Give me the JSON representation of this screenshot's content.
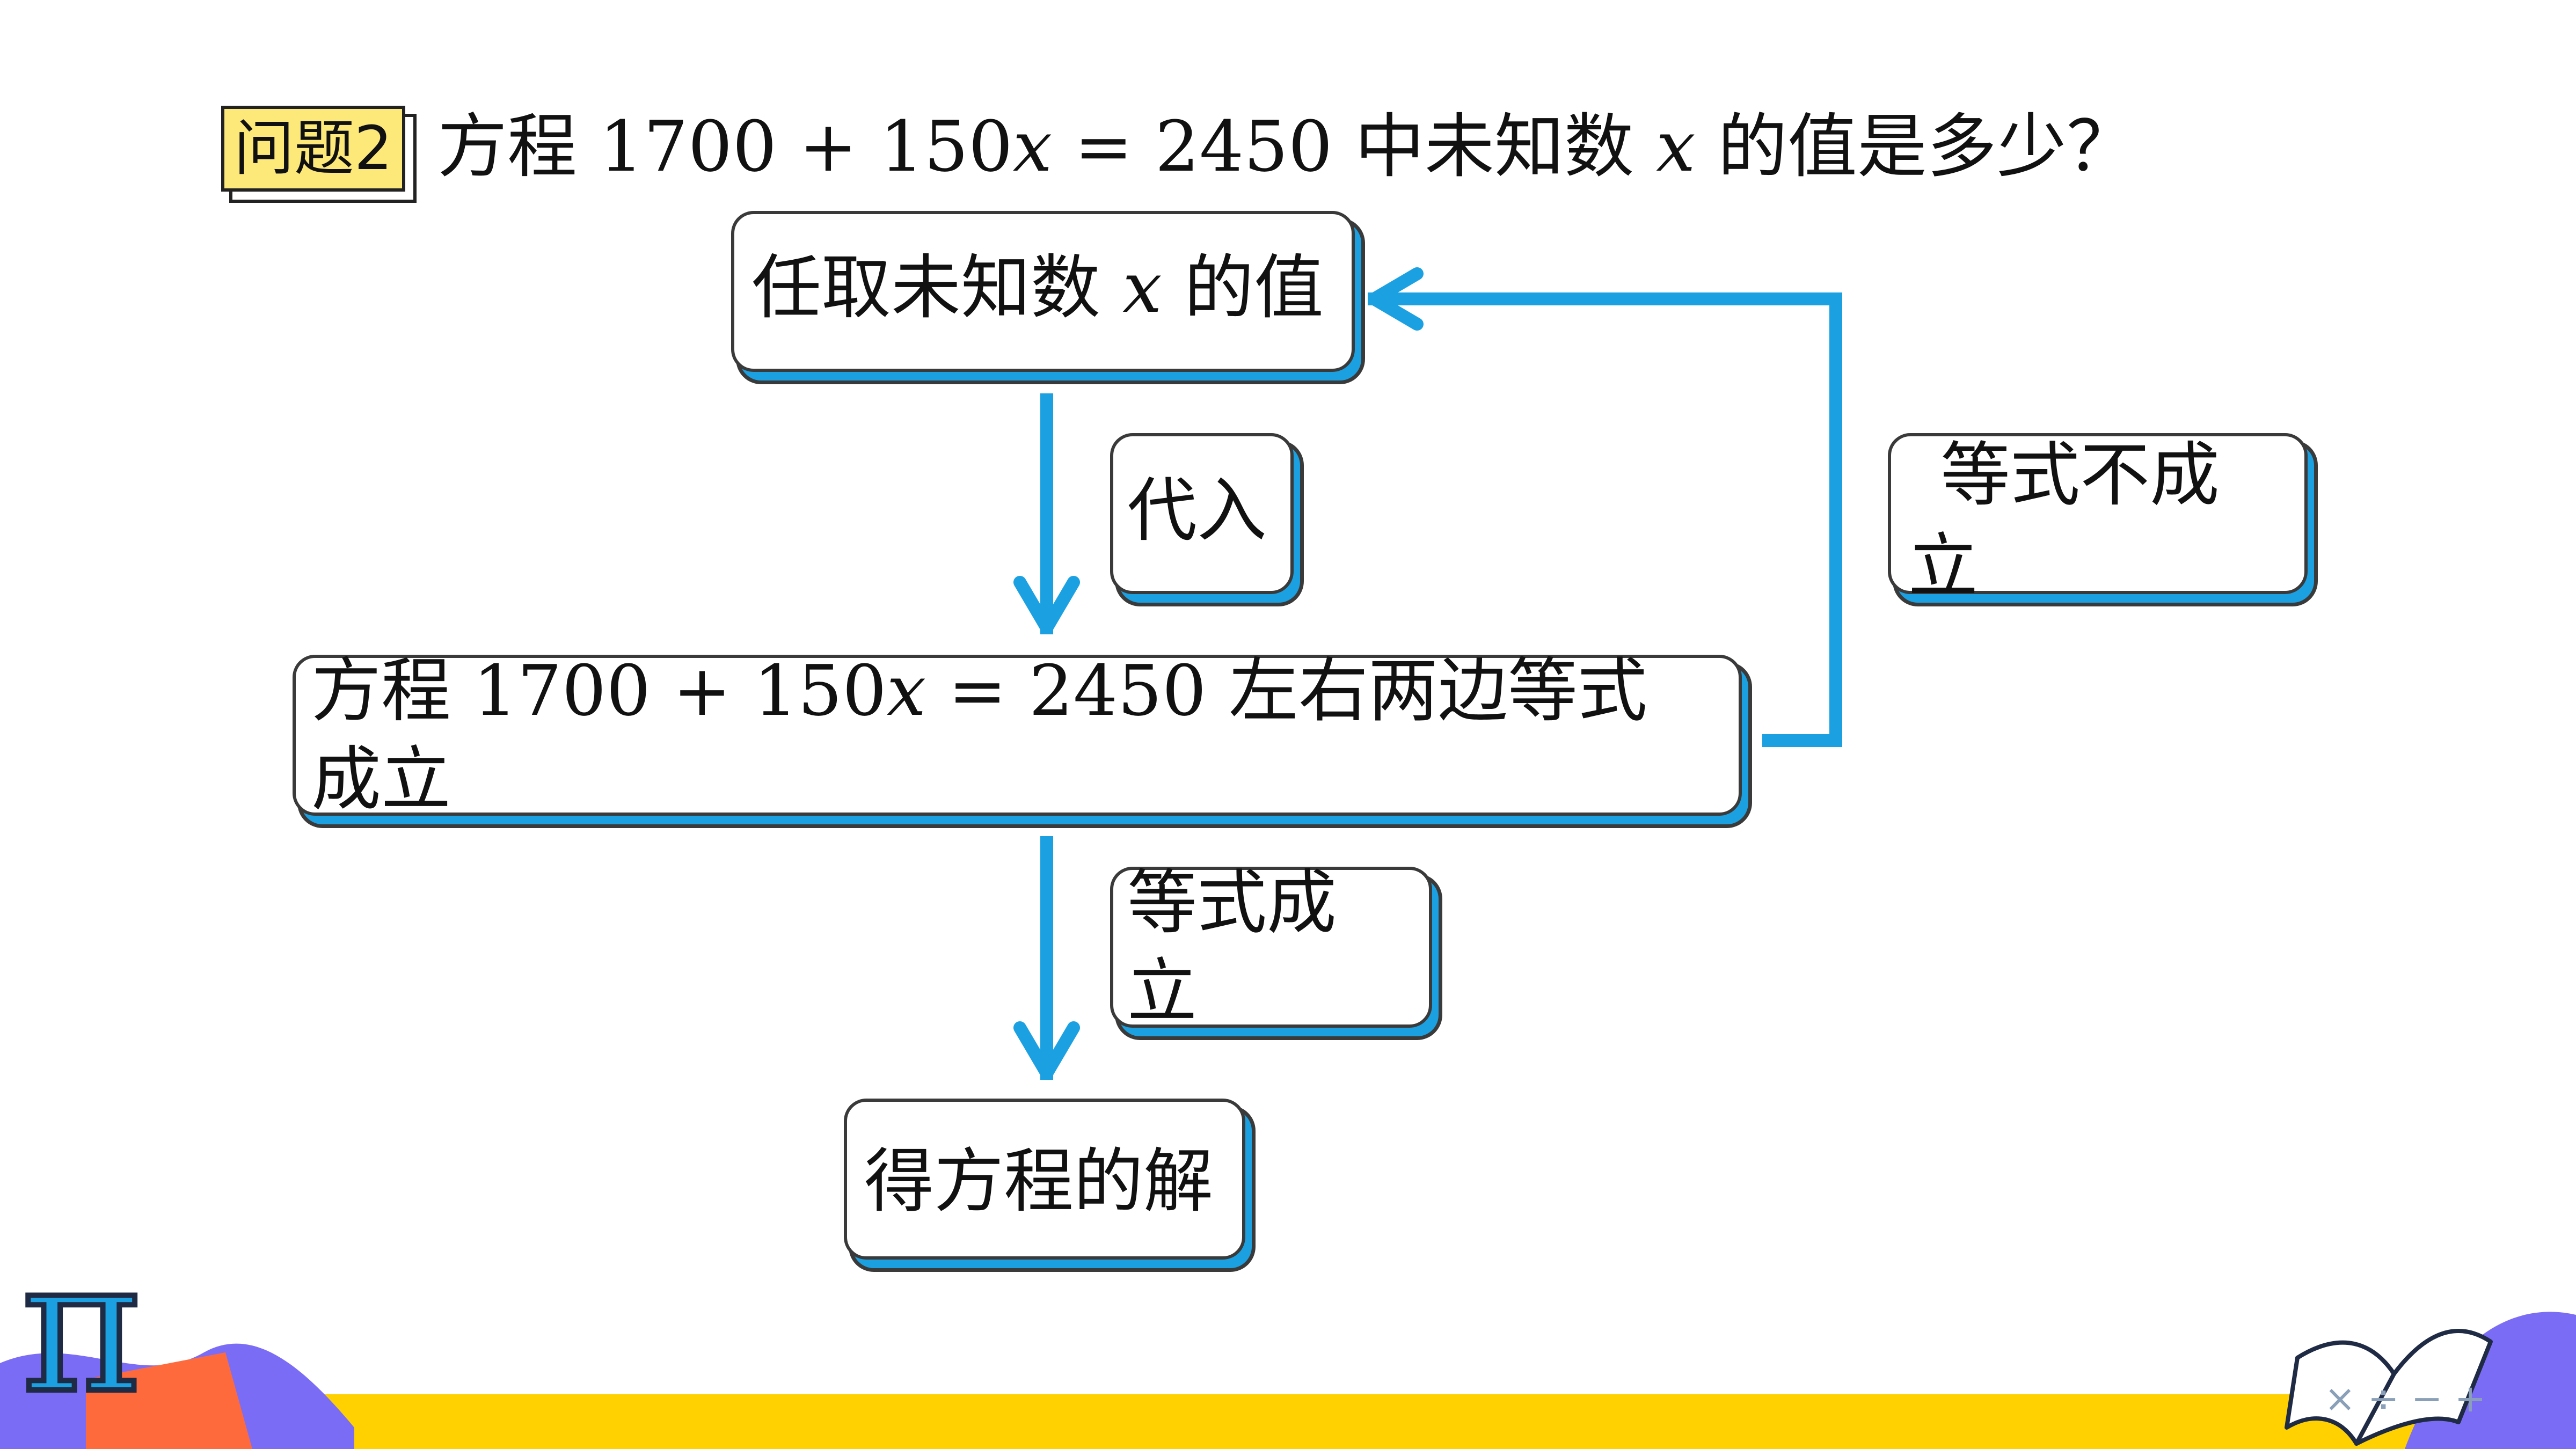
{
  "question": {
    "tag": "问题2",
    "text": "方程 1700 + 150𝑥 = 2450  中未知数 𝑥  的值是多少？"
  },
  "flow": {
    "step1": "任取未知数 𝑥 的值",
    "label_substitute": "代入",
    "step2": "方程 1700 + 150𝑥 = 2450 左右两边等式成立",
    "label_true": "等式成立",
    "label_false": "等式不成立",
    "step3": "得方程的解"
  },
  "colors": {
    "arrow": "#1ba1e2",
    "tag_fill": "#fde97a",
    "band": "#ffd100",
    "accent_purple": "#7b6cf6",
    "accent_orange": "#ff6a3d"
  },
  "decorations": {
    "pi_symbol": "π",
    "book_symbols": "× ÷ − +"
  }
}
